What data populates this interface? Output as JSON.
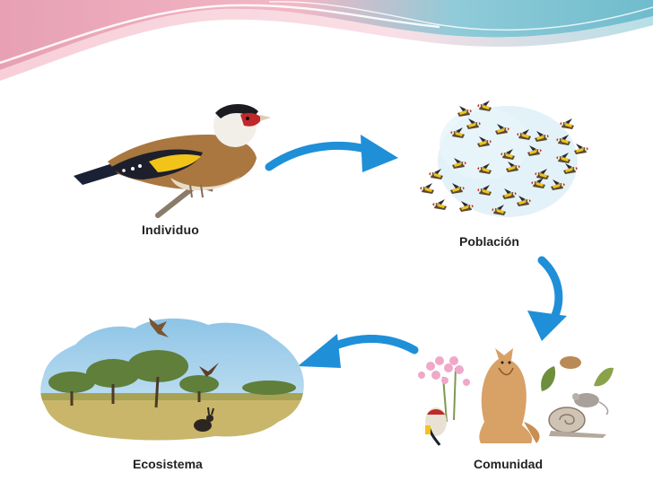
{
  "slide": {
    "labels": {
      "individual": "Individuo",
      "population": "Población",
      "community": "Comunidad",
      "ecosystem": "Ecosistema"
    }
  },
  "colors": {
    "arrow": "#1f8fd8",
    "banner_pink": "#f3a8b8",
    "banner_teal": "#7fc6d6",
    "goldfinch_yellow": "#f2c318",
    "goldfinch_red": "#c0282a",
    "sky": "#a9d1ea",
    "grass": "#c9b66a"
  },
  "icons": [
    "goldfinch-icon",
    "flock-icon",
    "community-icon",
    "ecosystem-icon",
    "cycle-arrow-icon"
  ]
}
